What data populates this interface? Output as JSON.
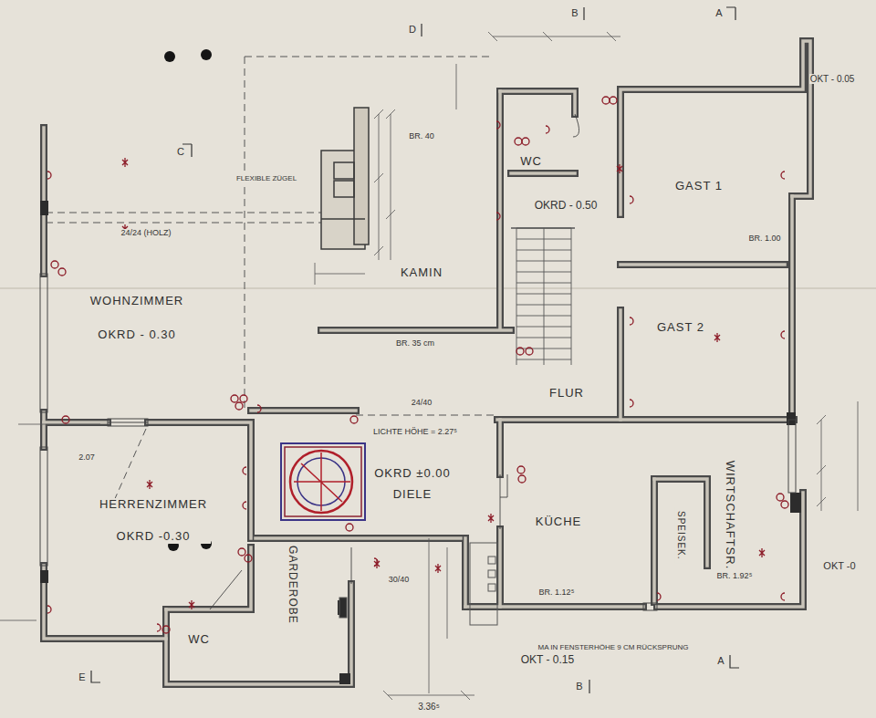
{
  "diagram": {
    "nodes": [
      {
        "text": [
          "WOHNZIMMER",
          "OKRD - 0.30"
        ]
      },
      {
        "text": [
          "KAMIN"
        ]
      },
      {
        "text": [
          "WC"
        ]
      },
      {
        "text": [
          "GAST 1"
        ]
      },
      {
        "text": [
          "GAST 2"
        ]
      },
      {
        "text": [
          "FLUR"
        ]
      },
      {
        "text": [
          "OKRD ±0.00",
          "DIELE"
        ]
      },
      {
        "text": [
          "KÜCHE"
        ]
      },
      {
        "text": [
          "SPEISEK."
        ]
      },
      {
        "text": [
          "WIRTSCHAFTSR."
        ]
      },
      {
        "text": [
          "HERRENZIMMER",
          "OKRD -0.30"
        ]
      },
      {
        "text": [
          "GARDEROBE"
        ]
      },
      {
        "text": [
          "WC"
        ]
      }
    ],
    "labels": [
      "A",
      "B",
      "D",
      "C",
      "OKT - 0.05",
      "24/24 (HOLZ)",
      "FLEXIBLE ZÜGEL",
      "BR. 40",
      "OKRD - 0.50",
      "BR. 35 cm",
      "LICHTE HÖHE = 2.27⁵",
      "24/40",
      "2.07",
      "30/40",
      "BR. 1.12⁵",
      "BR. 1.92⁵",
      "MA IN FENSTERHÖHE 9 CM RÜCKSPRUNG",
      "OKT - 0.15",
      "B",
      "A",
      "E",
      "3.36⁵",
      "OKT -0",
      "BR. 1.00"
    ]
  }
}
